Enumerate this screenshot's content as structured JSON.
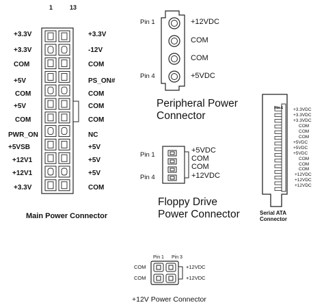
{
  "main": {
    "header_left": "1",
    "header_right": "13",
    "left_labels": [
      "+3.3V",
      "+3.3V",
      "COM",
      "+5V",
      "COM",
      "+5V",
      "COM",
      "PWR_ON",
      "+5VSB",
      "+12V1",
      "+12V1",
      "+3.3V"
    ],
    "right_labels": [
      "+3.3V",
      "-12V",
      "COM",
      "PS_ON#",
      "COM",
      "COM",
      "COM",
      "NC",
      "+5V",
      "+5V",
      "+5V",
      "COM"
    ],
    "caption": "Main Power Connector"
  },
  "peripheral": {
    "pin1": "Pin 1",
    "pin4": "Pin 4",
    "labels": [
      "+12VDC",
      "COM",
      "COM",
      "+5VDC"
    ],
    "title_line1": "Peripheral Power",
    "title_line2": "Connector"
  },
  "floppy": {
    "pin1": "Pin 1",
    "pin4": "Pin 4",
    "labels": [
      "+5VDC",
      "COM",
      "COM",
      "+12VDC"
    ],
    "title_line1": "Floppy Drive",
    "title_line2": "Power Connector"
  },
  "sata": {
    "pin1": "Pin 1",
    "labels": [
      "+3.3VDC",
      "+3.3VDC",
      "+3.3VDC",
      "COM",
      "COM",
      "COM",
      "+5VDC",
      "+5VDC",
      "+5VDC",
      "COM",
      "COM",
      "COM",
      "+12VDC",
      "+12VDC",
      "+12VDC"
    ],
    "title_line1": "Serial ATA",
    "title_line2": "Connector"
  },
  "p12v": {
    "pin1": "Pin 1",
    "pin3": "Pin 3",
    "left_labels": [
      "COM",
      "COM"
    ],
    "right_labels": [
      "+12VDC",
      "+12VDC"
    ],
    "caption": "+12V Power Connector"
  }
}
